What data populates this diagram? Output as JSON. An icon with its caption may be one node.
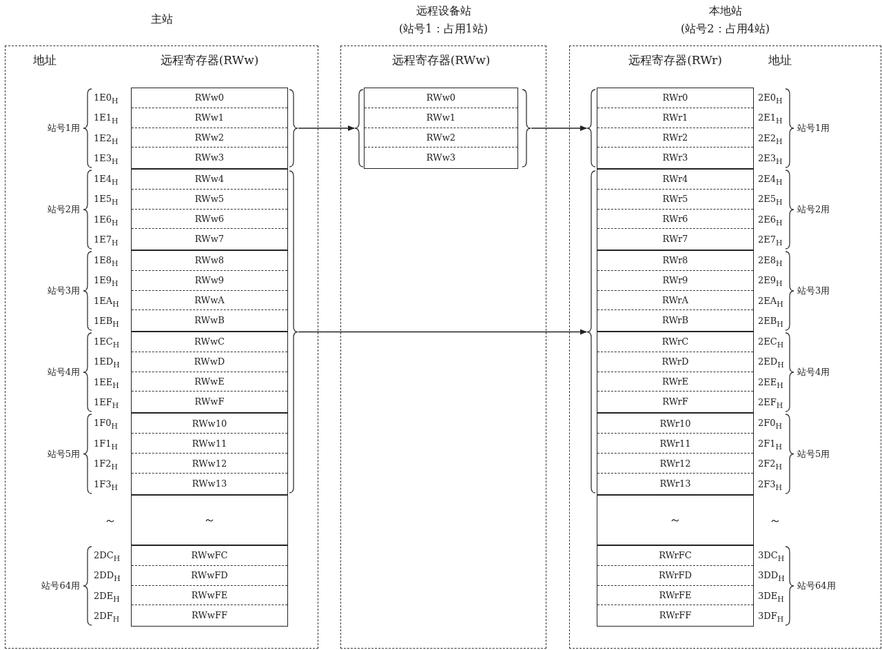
{
  "diagram": {
    "nodes": [
      {
        "text": [
          "主站"
        ]
      },
      {
        "text": [
          "远程设备站",
          "(站号1：占用1站)"
        ]
      },
      {
        "text": [
          "本地站",
          "(站号2：占用4站)"
        ]
      },
      {
        "text": [
          "RWw0",
          "RWw1",
          "RWw2",
          "RWw3"
        ],
        "in": 0,
        "beside": [
          "1E0$_{H}$",
          "1E1$_{H}$",
          "1E2$_{H}$",
          "1E3$_{H}$",
          "站号1用"
        ]
      },
      {
        "text": [
          "RWw4",
          "RWw5",
          "RWw6",
          "RWw7"
        ],
        "in": 0,
        "beside": [
          "1E4$_{H}$",
          "1E5$_{H}$",
          "1E6$_{H}$",
          "1E7$_{H}$",
          "站号2用"
        ]
      },
      {
        "text": [
          "RWw8",
          "RWw9",
          "RWwA",
          "RWwB"
        ],
        "in": 0,
        "beside": [
          "1E8$_{H}$",
          "1E9$_{H}$",
          "1EA$_{H}$",
          "1EB$_{H}$",
          "站号3用"
        ]
      },
      {
        "text": [
          "RWwC",
          "RWwD",
          "RWwE",
          "RWwF"
        ],
        "in": 0,
        "beside": [
          "1EC$_{H}$",
          "1ED$_{H}$",
          "1EE$_{H}$",
          "1EF$_{H}$",
          "站号4用"
        ]
      },
      {
        "text": [
          "RWw10",
          "RWw11",
          "RWw12",
          "RWw13"
        ],
        "in": 0,
        "beside": [
          "1F0$_{H}$",
          "1F1$_{H}$",
          "1F2$_{H}$",
          "1F3$_{H}$",
          "站号5用"
        ]
      },
      {
        "text": [
          "～"
        ],
        "in": 0,
        "beside": [
          "～"
        ]
      },
      {
        "text": [
          "RWwFC",
          "RWwFD",
          "RWwFE",
          "RWwFF"
        ],
        "in": 0,
        "beside": [
          "2DC$_{H}$",
          "2DD$_{H}$",
          "2DE$_{H}$",
          "2DF$_{H}$",
          "站号64用"
        ]
      },
      {
        "text": [
          "RWw0",
          "RWw1",
          "RWw2",
          "RWw3"
        ],
        "in": 1
      },
      {
        "text": [
          "RWr0",
          "RWr1",
          "RWr2",
          "RWr3"
        ],
        "in": 2,
        "beside": [
          "2E0$_{H}$",
          "2E1$_{H}$",
          "2E2$_{H}$",
          "2E3$_{H}$",
          "站号1用"
        ]
      },
      {
        "text": [
          "RWr4",
          "RWr5",
          "RWr6",
          "RWr7"
        ],
        "in": 2,
        "beside": [
          "2E4$_{H}$",
          "2E5$_{H}$",
          "2E6$_{H}$",
          "2E7$_{H}$",
          "站号2用"
        ]
      },
      {
        "text": [
          "RWr8",
          "RWr9",
          "RWrA",
          "RWrB"
        ],
        "in": 2,
        "beside": [
          "2E8$_{H}$",
          "2E9$_{H}$",
          "2EA$_{H}$",
          "2EB$_{H}$",
          "站号3用"
        ]
      },
      {
        "text": [
          "RWrC",
          "RWrD",
          "RWrE",
          "RWrF"
        ],
        "in": 2,
        "beside": [
          "2EC$_{H}$",
          "2ED$_{H}$",
          "2EE$_{H}$",
          "2EF$_{H}$",
          "站号4用"
        ]
      },
      {
        "text": [
          "RWr10",
          "RWr11",
          "RWr12",
          "RWr13"
        ],
        "in": 2,
        "beside": [
          "2F0$_{H}$",
          "2F1$_{H}$",
          "2F2$_{H}$",
          "2F3$_{H}$",
          "站号5用"
        ]
      },
      {
        "text": [
          "～"
        ],
        "in": 2,
        "beside": [
          "～"
        ]
      },
      {
        "text": [
          "RWrFC",
          "RWrFD",
          "RWrFE",
          "RWrFF"
        ],
        "in": 2,
        "beside": [
          "3DC$_{H}$",
          "3DD$_{H}$",
          "3DE$_{H}$",
          "3DF$_{H}$",
          "站号64用"
        ]
      },
      {
        "text": [],
        "shape": "brace",
        "in": 0
      },
      {
        "text": [],
        "shape": "brace",
        "in": 0
      },
      {
        "text": [],
        "shape": "brace",
        "in": 1
      },
      {
        "text": [],
        "shape": "brace",
        "in": 1
      },
      {
        "text": [],
        "shape": "brace",
        "in": 2
      },
      {
        "text": [],
        "shape": "brace",
        "in": 2
      }
    ],
    "edges": [
      {
        "from": 18,
        "to": 20,
        "arrow": "to"
      },
      {
        "from": 21,
        "to": 22,
        "arrow": "to"
      },
      {
        "from": 19,
        "to": 23,
        "arrow": "to"
      }
    ],
    "labels": [
      "地址",
      "远程寄存器(RWw)",
      "远程寄存器(RWw)",
      "远程寄存器(RWr)",
      "地址"
    ]
  }
}
